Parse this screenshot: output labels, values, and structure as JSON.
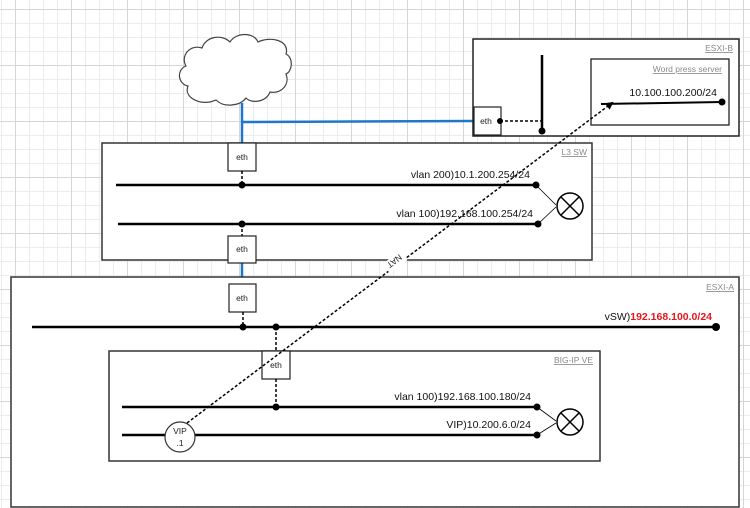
{
  "diagram": {
    "cloud": {
      "name": "internet-cloud"
    },
    "colors": {
      "uplink": "#1f77c8",
      "line": "#000000",
      "highlight": "#e8141b",
      "title": "#8a8a8a"
    },
    "esxi_b": {
      "title": "ESXI-B",
      "eth_label": "eth",
      "wordpress": {
        "title": "Word press server",
        "ip": "10.100.100.200/24"
      }
    },
    "l3sw": {
      "title": "L3 SW",
      "eth_top": "eth",
      "eth_bottom": "eth",
      "vlan200": "vlan 200)10.1.200.254/24",
      "vlan100": "vlan 100)192.168.100.254/24"
    },
    "esxi_a": {
      "title": "ESXI-A",
      "eth_label": "eth",
      "vsw_prefix": "vSW)",
      "vsw_network": "192.168.100.0/24"
    },
    "bigip": {
      "title": "BIG-IP VE",
      "eth_label": "eth",
      "vlan100": "vlan 100)192.168.100.180/24",
      "vip_net": "VIP)10.200.6.0/24",
      "vip_node_line1": "VIP",
      "vip_node_line2": ".1"
    },
    "nat_label": "NAT"
  }
}
